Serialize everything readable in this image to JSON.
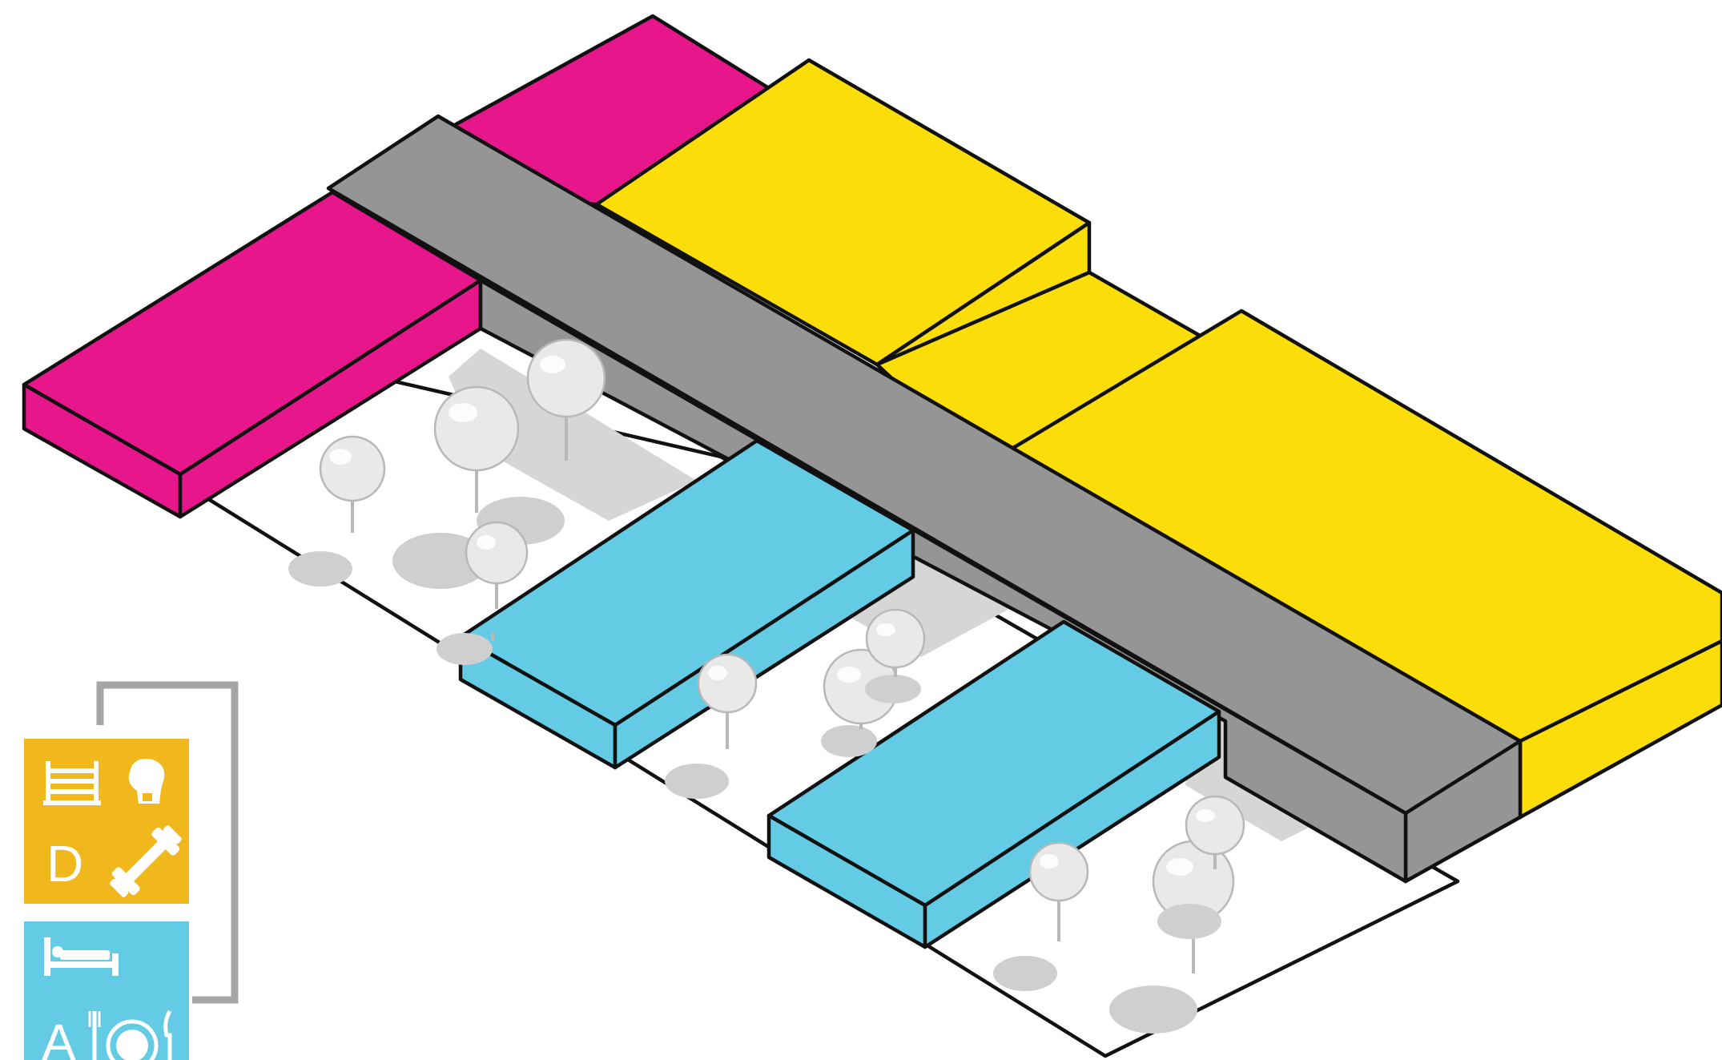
{
  "diagram": {
    "type": "isometric-massing-diagram",
    "colors": {
      "magenta": "#e8168b",
      "yellow": "#fbdd0a",
      "gray": "#959595",
      "cyan": "#63cbe4",
      "courtyard": "#ffffff",
      "shadow": "#d6d6d6",
      "outline": "#111111"
    },
    "blocks": [
      {
        "name": "magenta-block-left",
        "color": "magenta"
      },
      {
        "name": "magenta-block-back",
        "color": "magenta"
      },
      {
        "name": "yellow-block-back",
        "color": "yellow"
      },
      {
        "name": "yellow-block-middle",
        "color": "yellow"
      },
      {
        "name": "yellow-block-front",
        "color": "yellow"
      },
      {
        "name": "gray-spine-block",
        "color": "gray"
      },
      {
        "name": "cyan-block-1",
        "color": "cyan"
      },
      {
        "name": "cyan-block-2",
        "color": "cyan"
      }
    ],
    "tree_count": 11
  },
  "legend": {
    "bracket_color": "#a6a6a6",
    "panels": [
      {
        "color": "#f0b81c",
        "letter": "D",
        "icons": [
          "boxing-ring-icon",
          "boxing-glove-icon",
          "dumbbell-icon"
        ]
      },
      {
        "color": "#63cbe4",
        "letter": "A",
        "icons": [
          "bed-icon",
          "dining-plate-icon"
        ]
      }
    ]
  }
}
